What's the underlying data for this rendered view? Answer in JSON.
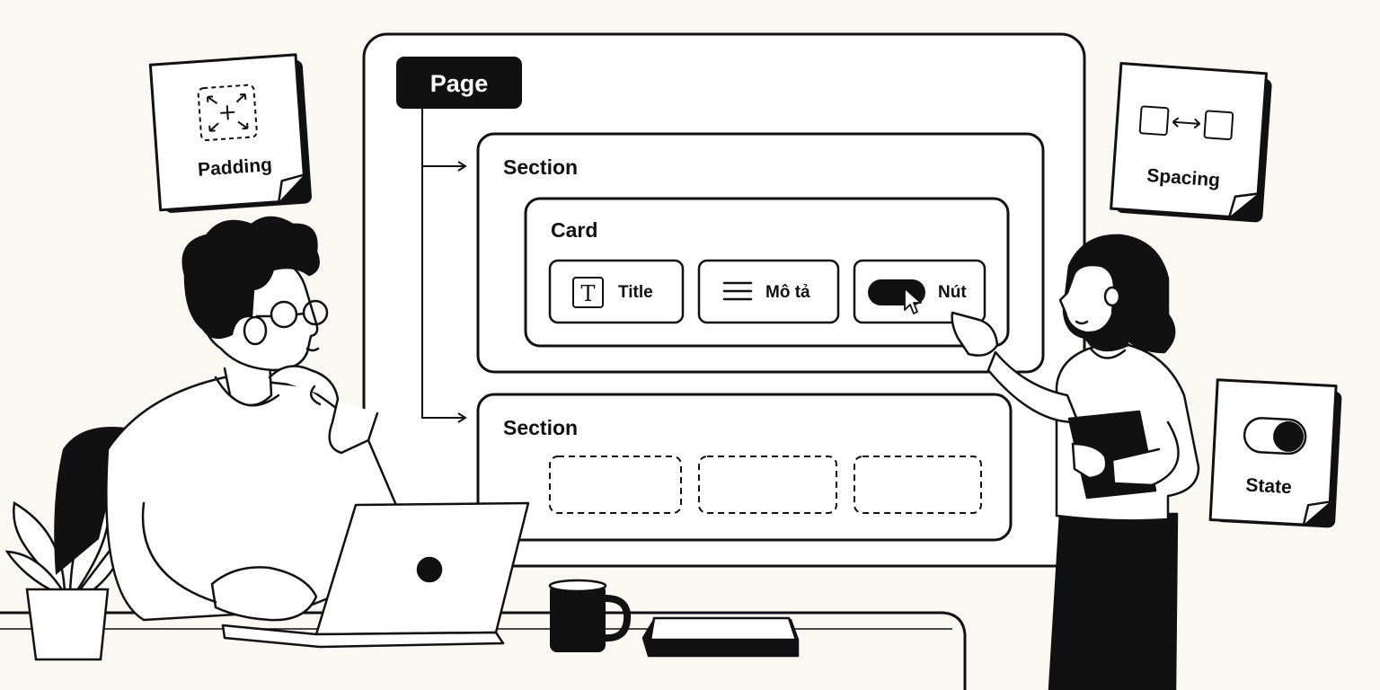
{
  "colors": {
    "background": "#faf8f3",
    "ink": "#111111",
    "paper": "#ffffff"
  },
  "diagram": {
    "page_label": "Page",
    "sections": [
      {
        "label": "Section",
        "card": {
          "label": "Card",
          "items": [
            {
              "icon": "text-t-icon",
              "label": "Title"
            },
            {
              "icon": "menu-lines-icon",
              "label": "Mô tả"
            },
            {
              "icon": "pill-button-cursor-icon",
              "label": "Nút"
            }
          ]
        }
      },
      {
        "label": "Section",
        "placeholders": 3
      }
    ]
  },
  "sticky_notes": [
    {
      "label": "Padding",
      "icon": "padding-arrows-icon"
    },
    {
      "label": "Spacing",
      "icon": "spacing-boxes-icon"
    },
    {
      "label": "State",
      "icon": "toggle-switch-icon"
    }
  ]
}
